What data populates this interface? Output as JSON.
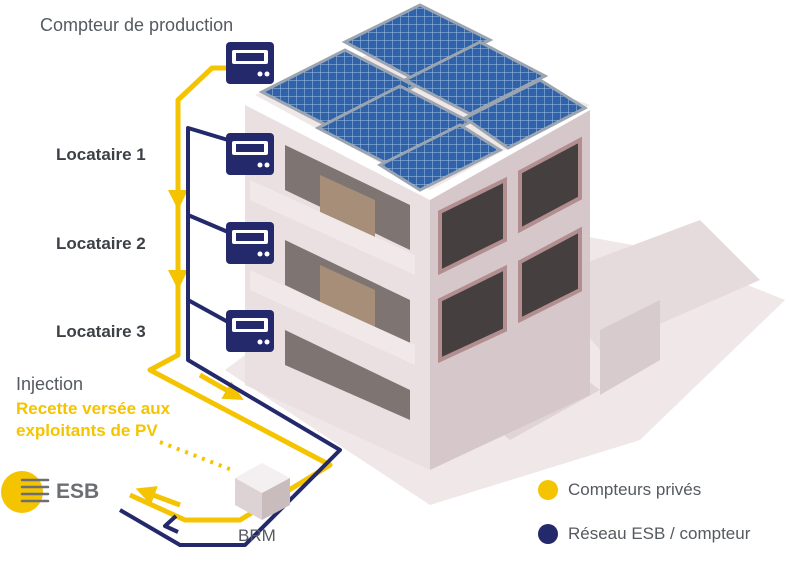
{
  "labels": {
    "production_meter": "Compteur de production",
    "tenant1": "Locataire 1",
    "tenant2": "Locataire 2",
    "tenant3": "Locataire 3",
    "injection": "Injection",
    "revenue_line1": "Recette versée aux",
    "revenue_line2": "exploitants de PV",
    "esb": "ESB",
    "brm": "BRM"
  },
  "legend": [
    {
      "label": "Compteurs privés",
      "color": "#f5c400"
    },
    {
      "label": "Réseau ESB / compteur",
      "color": "#23296b"
    }
  ],
  "colors": {
    "yellow": "#f5c400",
    "navy": "#23296b",
    "building": "#d9ccce",
    "panel": "#2f62a8"
  },
  "icons": [
    "meter-icon",
    "solar-panel-icon",
    "esb-logo-icon",
    "brm-box-icon"
  ]
}
